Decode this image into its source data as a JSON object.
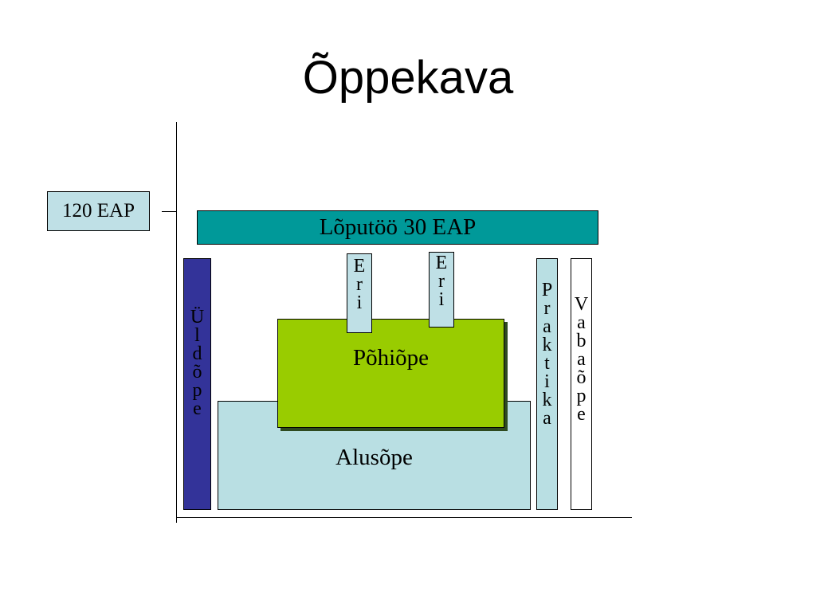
{
  "title": "Õppekava",
  "total_label": "120 EAP",
  "thesis_label": "Lõputöö 30 EAP",
  "general_label": "Üldõpe",
  "base_label": "Alusõpe",
  "core_label": "Põhiõpe",
  "special_1_label": "Eri",
  "special_2_label": "Eri",
  "practice_label": "Praktika",
  "elective_label": "Vabaõpe",
  "colors": {
    "thesis": "#009999",
    "general": "#333399",
    "base": "#b9dfe3",
    "core": "#99cc00",
    "special": "#bfe0e6",
    "practice": "#b9dfe3",
    "elective": "#ffffff"
  }
}
